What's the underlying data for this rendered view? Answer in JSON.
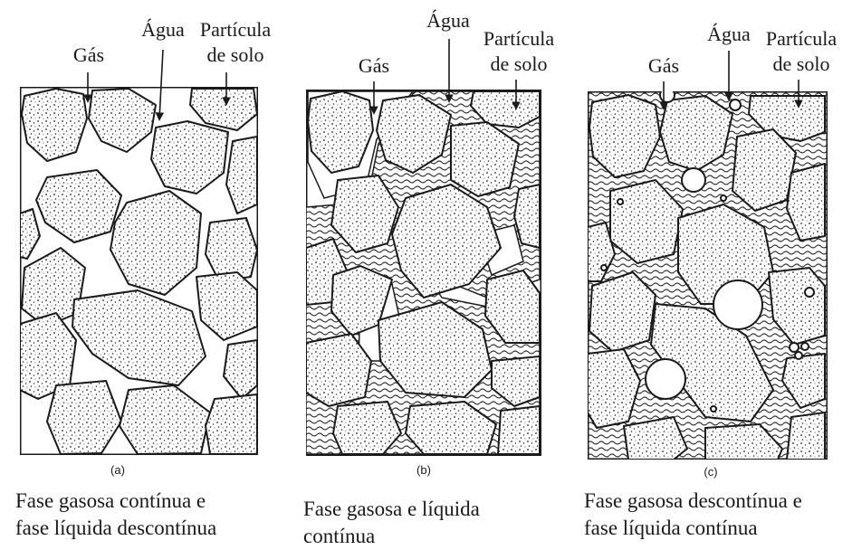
{
  "labels": {
    "gas": "Gás",
    "water": "Água",
    "particle_line1": "Partícula",
    "particle_line2": "de solo"
  },
  "panels": [
    {
      "letter": "(a)",
      "caption_line1": "Fase gasosa contínua e",
      "caption_line2": "fase líquida descontínua"
    },
    {
      "letter": "(b)",
      "caption_line1": "Fase gasosa e líquida",
      "caption_line2": "contínua"
    },
    {
      "letter": "(c)",
      "caption_line1": "Fase gasosa descontínua e",
      "caption_line2": "fase líquida contínua"
    }
  ]
}
